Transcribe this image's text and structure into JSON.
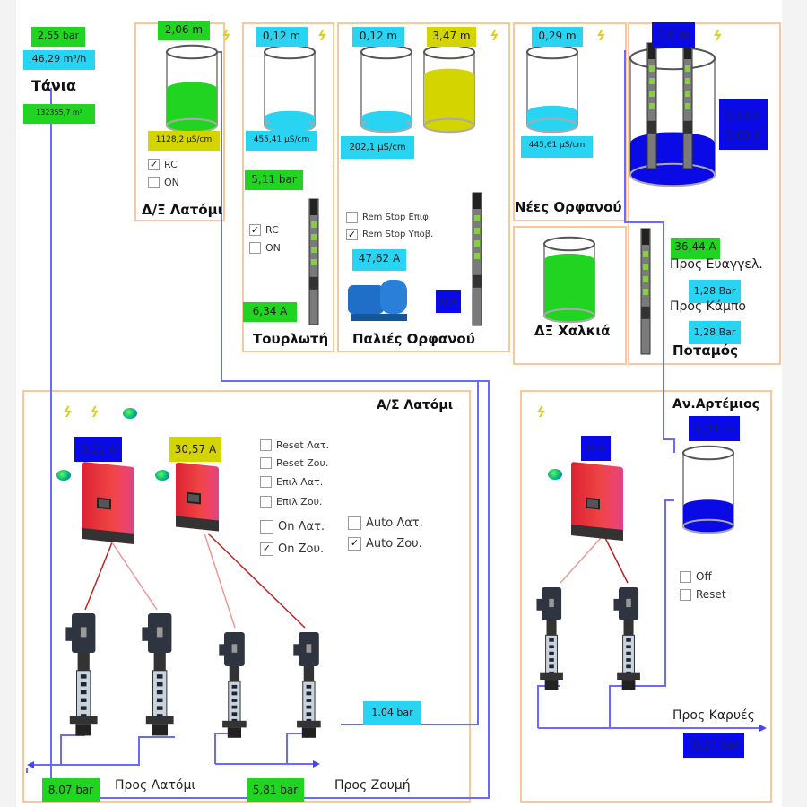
{
  "tania": {
    "pressure": "2,55 bar",
    "flow": "46,29 m³/h",
    "name": "Τάνια",
    "volume": "132355,7 m³"
  },
  "latomi_tank": {
    "level": "2,06 m",
    "conductivity": "1128,2 μS/cm",
    "rc_label": "RC",
    "rc_checked": true,
    "on_label": "ON",
    "on_checked": false,
    "name": "Δ/Ξ Λατόμι",
    "fill": 0.55
  },
  "tourloti": {
    "level": "0,12 m",
    "conductivity": "455,41 μS/cm",
    "pressure": "5,11 bar",
    "rc_label": "RC",
    "rc_checked": true,
    "on_label": "ON",
    "on_checked": false,
    "current": "6,34 A",
    "name": "Τουρλωτή",
    "fill": 0.12
  },
  "palies": {
    "level1": "0,12 m",
    "level2": "3,47 m",
    "conductivity": "202,1 μS/cm",
    "rem_stop_surface": "Rem Stop Επιφ.",
    "rem_stop_surface_checked": false,
    "rem_stop_sub": "Rem Stop Υποβ.",
    "rem_stop_sub_checked": true,
    "current1": "47,62 A",
    "current2": "0 A",
    "name": "Παλιές Ορφανού",
    "fill1": 0.12,
    "fill2": 0.75
  },
  "nees": {
    "level": "0,29 m",
    "conductivity": "445,61 μS/cm",
    "name": "Νέες Ορφανού",
    "fill": 0.2
  },
  "well": {
    "level": "0,8 m",
    "current1": "0,14 A",
    "current2": "0,09 A"
  },
  "halkia": {
    "name": "ΔΞ Χαλκιά",
    "fill": 0.85
  },
  "potamos": {
    "current": "36,44 A",
    "to_evangel": "Προς Ευαγγελ.",
    "pressure1": "1,28 Bar",
    "to_kampo": "Προς Κάμπο",
    "pressure2": "1,28 Bar",
    "name": "Ποταμός"
  },
  "as_latomi": {
    "title": "Α/Σ Λατόμι",
    "current1": "0,11 A",
    "current2": "30,57 A",
    "checkboxes": [
      {
        "label": "Reset Λατ.",
        "checked": false
      },
      {
        "label": "Reset Ζου.",
        "checked": false
      },
      {
        "label": "Επιλ.Λατ.",
        "checked": false
      },
      {
        "label": "Επιλ.Ζου.",
        "checked": false
      },
      {
        "label": "On Λατ.",
        "checked": false
      },
      {
        "label": "On Ζου.",
        "checked": true
      },
      {
        "label": "Auto Λατ.",
        "checked": false
      },
      {
        "label": "Auto Ζου.",
        "checked": true
      }
    ],
    "suction_pressure": "1,04 bar",
    "pressure_latomi": "8,07 bar",
    "to_latomi": "Προς Λατόμι",
    "pressure_zoumi": "5,81 bar",
    "to_zoumi": "Προς Ζουμή"
  },
  "artemios": {
    "title": "Αν.Αρτέμιος",
    "level": "0,41 m",
    "current": "0 A",
    "off_label": "Off",
    "off_checked": false,
    "reset_label": "Reset",
    "reset_checked": false,
    "to_karyes": "Προς Καρυές",
    "pressure": "-0,17 bar",
    "fill": 0.3
  },
  "colors": {
    "green": "#22d422",
    "cyan": "#28d4f2",
    "yellow": "#d4d400",
    "blue": "#0a0ae6",
    "pipe": "#6a6aff",
    "frame": "#f7c99a"
  }
}
